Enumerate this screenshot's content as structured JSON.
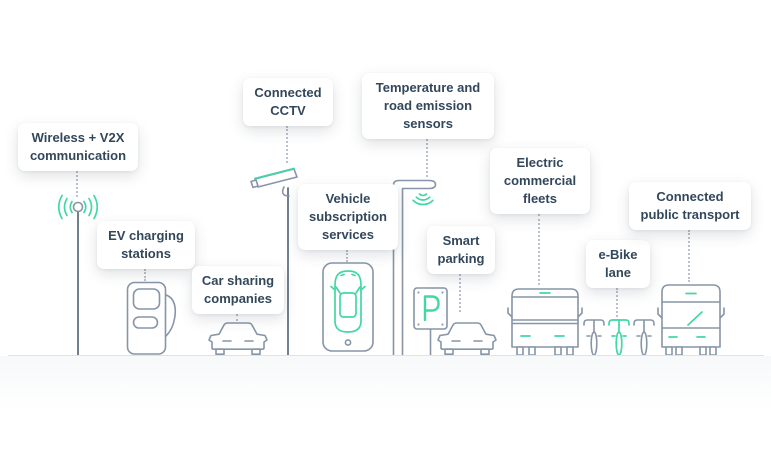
{
  "items": [
    {
      "id": "wireless-v2x",
      "label": "Wireless + V2X communication",
      "icon": "antenna-icon"
    },
    {
      "id": "ev-charging-stations",
      "label": "EV charging stations",
      "icon": "ev-charger-icon"
    },
    {
      "id": "car-sharing-companies",
      "label": "Car sharing companies",
      "icon": "car-front-icon"
    },
    {
      "id": "connected-cctv",
      "label": "Connected CCTV",
      "icon": "cctv-camera-icon"
    },
    {
      "id": "vehicle-subscription-services",
      "label": "Vehicle subscription services",
      "icon": "smartphone-car-icon"
    },
    {
      "id": "temperature-road-emission-sensors",
      "label": "Temperature and road emission sensors",
      "icon": "smart-pole-sensor-icon"
    },
    {
      "id": "smart-parking",
      "label": "Smart parking",
      "icon": "parking-sign-car-icon"
    },
    {
      "id": "electric-commercial-fleets",
      "label": "Electric commercial fleets",
      "icon": "electric-van-icon"
    },
    {
      "id": "e-bike-lane",
      "label": "e-Bike lane",
      "icon": "e-bikes-icon"
    },
    {
      "id": "connected-public-transport",
      "label": "Connected public transport",
      "icon": "bus-icon"
    }
  ],
  "colors": {
    "accent_green": "#42d7a4",
    "icon_outline": "#8795a7",
    "pole_dark": "#5a6a7a",
    "label_text": "#33475b",
    "card_background": "#ffffff",
    "connector_dotted": "#b9c2cc",
    "ground_line": "#dfe3e8"
  }
}
